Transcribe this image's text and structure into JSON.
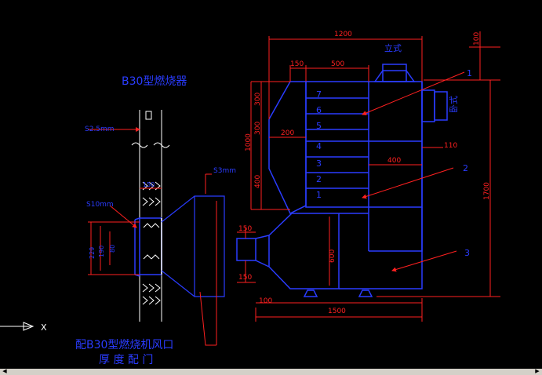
{
  "title": "B30型燃烧器",
  "caption_line1": "配B30型燃烧机风口",
  "caption_line2": "厚 度 配 门",
  "axis_label": "X",
  "thickness_labels": {
    "s25": "S2.5mm",
    "s10": "S10mm",
    "s3": "S3mm",
    "d150": "150"
  },
  "left_dims": [
    "229",
    "190",
    "80"
  ],
  "dims": {
    "w1200": "1200",
    "w150": "150",
    "w500": "500",
    "w100_top": "100",
    "w200": "200",
    "w400": "400",
    "w110": "110",
    "w1500": "1500",
    "w1700": "1700",
    "h300a": "300",
    "h300b": "300",
    "h1000": "1000",
    "h400": "400",
    "d150a": "150",
    "d150b": "150",
    "d600": "600",
    "w100_bottom": "100"
  },
  "labels": {
    "vertical": "立式",
    "horizontal": "卧式"
  },
  "part_numbers": [
    "1",
    "2",
    "3"
  ],
  "chamber_numbers": [
    "7",
    "6",
    "5",
    "4",
    "3",
    "2",
    "1"
  ],
  "colors": {
    "background": "#000000",
    "outline": "#2a3cff",
    "dimension": "#ff2020",
    "drawing": "#ffffff"
  }
}
